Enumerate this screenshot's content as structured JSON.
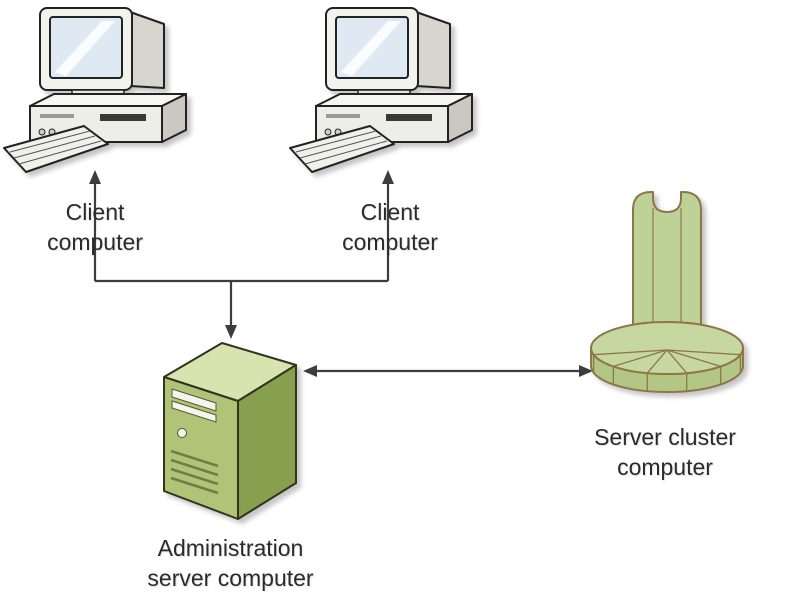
{
  "nodes": {
    "client1": {
      "label": "Client computer",
      "icon": "desktop-computer-icon"
    },
    "client2": {
      "label": "Client computer",
      "icon": "desktop-computer-icon"
    },
    "admin_server": {
      "label": "Administration server computer",
      "icon": "tower-server-icon"
    },
    "server_cluster": {
      "label": "Server cluster computer",
      "icon": "server-cluster-icon"
    }
  },
  "connectors": {
    "clients_to_admin": "bidirectional tree: both clients join and point into administration server",
    "admin_to_cluster": "double-headed horizontal arrow"
  },
  "colors": {
    "arrow": "#3d3d3d",
    "pc_body": "#f3f3ee",
    "pc_screen": "#dfe9f4",
    "server_green_front": "#b0c478",
    "server_green_side": "#87a04f",
    "server_green_top": "#d8e4b0",
    "cluster_green": "#c6d7a0",
    "cluster_outline": "#8d7748",
    "outline": "#222222",
    "label_text": "#2b2b2b",
    "background": "#ffffff"
  }
}
